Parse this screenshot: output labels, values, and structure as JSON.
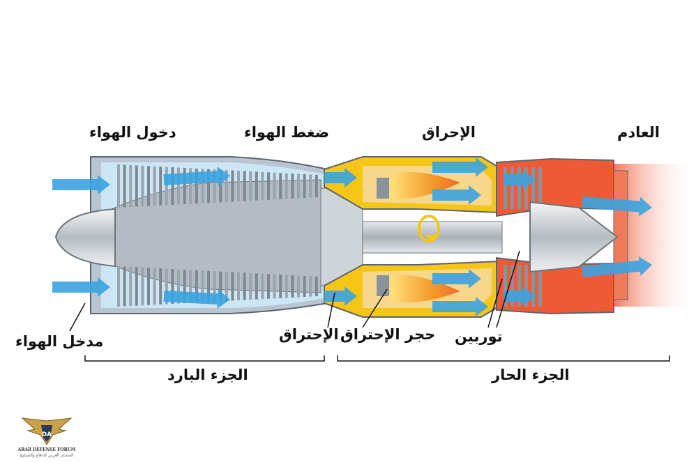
{
  "labels": {
    "air_entry": "دخول الهواء",
    "compression": "ضغط الهواء",
    "combustion": "الإحراق",
    "exhaust": "العادم",
    "air_intake": "مدخل الهواء",
    "combustion_chamber": "حجر الإحتراق",
    "combustor": "الإحتراق",
    "turbine": "توربين",
    "cold_section": "الجزء البارد",
    "hot_section": "الجزء الحار"
  },
  "logo": {
    "monogram": "DA",
    "name": "ARAB DEFENSE FORUM",
    "subtitle": "المنتدى العربي للدفاع والتسليح"
  },
  "colors": {
    "casing": "#9aa4ad",
    "compressor": "#c9ced3",
    "airflow": "#3aa3e0",
    "flame": "#f39a2a",
    "hot_body": "#ee5a35",
    "combustor_liner": "#f5c518"
  }
}
